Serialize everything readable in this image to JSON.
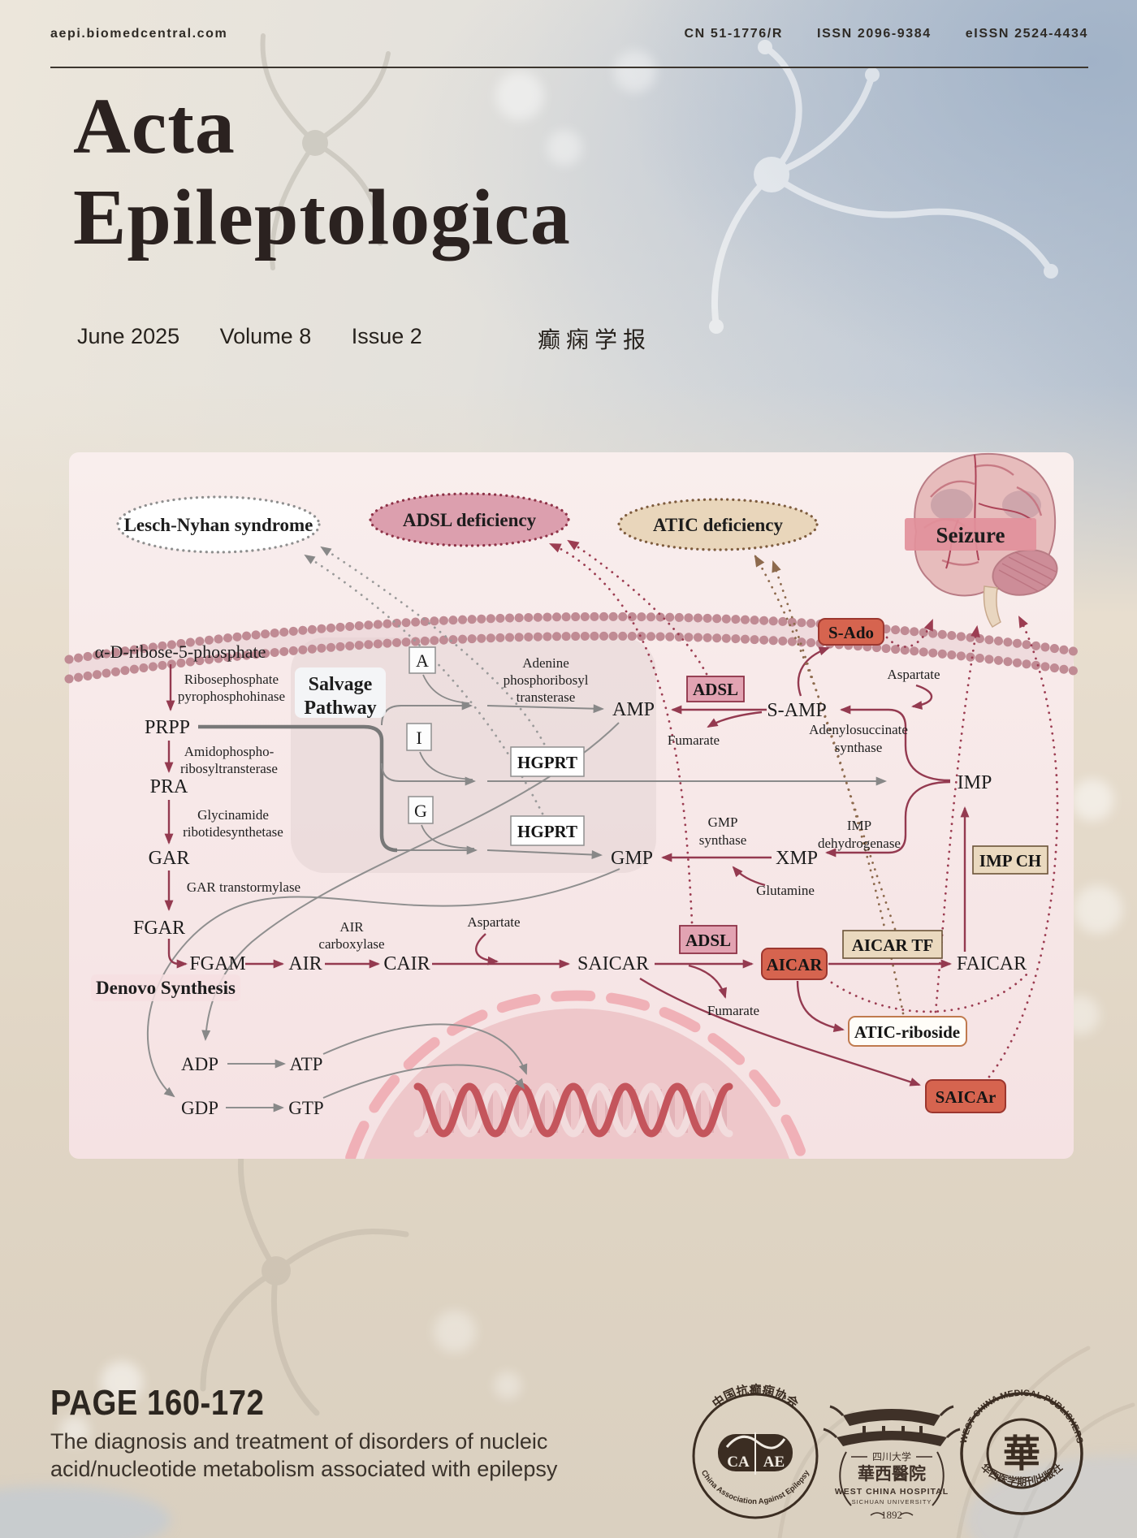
{
  "header": {
    "site": "aepi.biomedcentral.com",
    "cn": "CN 51-1776/R",
    "issn": "ISSN 2096-9384",
    "eissn": "eISSN 2524-4434"
  },
  "masthead": {
    "title1": "Acta",
    "title2": "Epileptologica",
    "date": "June 2025",
    "volume": "Volume 8",
    "issue": "Issue 2",
    "cn_title": "癫痫学报"
  },
  "diagram": {
    "diseases": {
      "lesch": "Lesch-Nyhan syndrome",
      "adsl": "ADSL deficiency",
      "atic": "ATIC deficiency",
      "seizure": "Seizure"
    },
    "labels": {
      "salvage1": "Salvage",
      "salvage2": "Pathway",
      "denovo": "Denovo Synthesis"
    },
    "met": {
      "r5p": "α-D-ribose-5-phosphate",
      "prpp": "PRPP",
      "pra": "PRA",
      "gar": "GAR",
      "fgar": "FGAR",
      "fgam": "FGAM",
      "air": "AIR",
      "cair": "CAIR",
      "saicar": "SAICAR",
      "faicar": "FAICAR",
      "amp": "AMP",
      "gmp": "GMP",
      "imp": "IMP",
      "samp": "S-AMP",
      "xmp": "XMP",
      "adp": "ADP",
      "atp": "ATP",
      "gdp": "GDP",
      "gtp": "GTP",
      "a": "A",
      "i": "I",
      "g": "G",
      "aspartate": "Aspartate",
      "fumarate": "Fumarate",
      "glutamine": "Glutamine"
    },
    "enz": {
      "ribo1": "Ribosephosphate",
      "ribo2": "pyrophosphohinase",
      "amido1": "Amidophospho-",
      "amido2": "ribosyltransterase",
      "gly1": "Glycinamide",
      "gly2": "ribotidesynthetase",
      "gart": "GAR transtormylase",
      "aden1": "Adenine",
      "aden2": "phosphoribosyl",
      "aden3": "transterase",
      "airc1": "AIR",
      "airc2": "carboxylase",
      "adsyn1": "Adenylosuccinate",
      "adsyn2": "synthase",
      "gmps1": "GMP",
      "gmps2": "synthase",
      "impd1": "IMP",
      "impd2": "dehydrogenase"
    },
    "boxes": {
      "hgprt": "HGPRT",
      "adsl": "ADSL",
      "sado": "S-Ado",
      "aicar": "AICAR",
      "aicartf": "AICAR TF",
      "impch": "IMP CH",
      "aticr": "ATIC-riboside",
      "saicar_r": "SAICAr"
    }
  },
  "footer": {
    "pages": "PAGE 160-172",
    "line1": "The diagnosis and treatment of disorders of nucleic",
    "line2": "acid/nucleotide metabolism associated with epilepsy"
  },
  "logos": {
    "caae": {
      "top": "中国抗癫痫协会",
      "left": "CA",
      "right": "AE",
      "bottom": "China Association Against Epilepsy"
    },
    "wch": {
      "univ": "四川大学",
      "name": "華西醫院",
      "en": "WEST CHINA HOSPITAL",
      "sub": "SICHUAN UNIVERSITY",
      "year": "1892"
    },
    "wcmp": {
      "top": "WEST CHINA MEDICAL PUBLISHERS",
      "mark": "華",
      "bottom": "华西医学期刊出版社"
    }
  },
  "colors": {
    "accent_red": "#943a50",
    "box_red": "#d6644f",
    "box_pink": "#e2a3b2",
    "box_tan": "#ead9bf",
    "panel_pink": "#f8ecec"
  }
}
